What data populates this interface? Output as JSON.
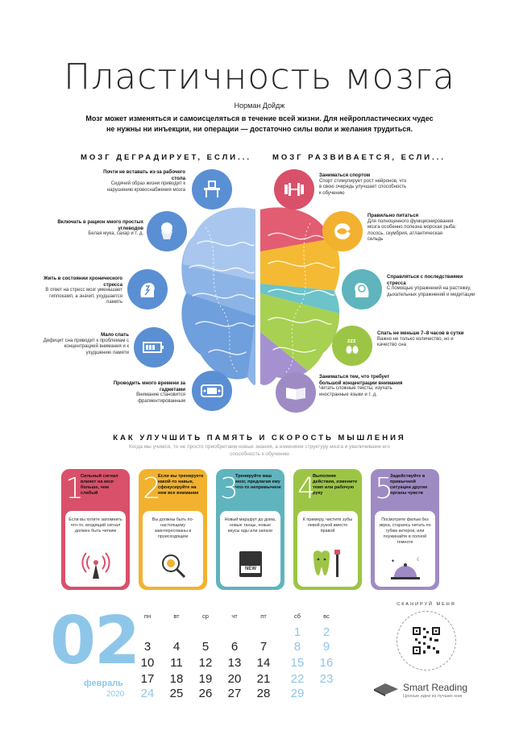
{
  "header": {
    "title": "Пластичность мозга",
    "author": "Норман Дойдж",
    "intro": "Мозг может изменяться и самоисцеляться в течение всей жизни. Для нейропластических чудес не нужны ни инъекции, ни операции — достаточно силы воли и желания трудиться."
  },
  "left_section": {
    "heading": "МОЗГ ДЕГРАДИРУЕТ, ЕСЛИ...",
    "items": [
      {
        "title": "Почти не вставать из-за рабочего стола",
        "text": "Сидячий образ жизни приводит к нарушению кровоснабжения мозга",
        "icon": "desk-chair-icon"
      },
      {
        "title": "Включать в рацион много простых углеводов",
        "text": "Белая мука, сахар и т. д.",
        "icon": "cupcake-icon"
      },
      {
        "title": "Жить в состоянии хронического стресса",
        "text": "В ответ на стресс мозг уменьшает гиппокамп, а значит, ухудшается память",
        "icon": "storm-head-icon"
      },
      {
        "title": "Мало спать",
        "text": "Дефицит сна приводит к проблемам с концентрацией внимания и к ухудшению памяти",
        "icon": "low-battery-icon"
      },
      {
        "title": "Проводить много времени за гаджетами",
        "text": "Внимание становится фрагментированным",
        "icon": "gamepad-icon"
      }
    ]
  },
  "right_section": {
    "heading": "МОЗГ РАЗВИВАЕТСЯ, ЕСЛИ...",
    "items": [
      {
        "title": "Заниматься спортом",
        "text": "Спорт стимулирует рост нейронов, что в свою очередь улучшает способность к обучению",
        "icon": "dumbbell-icon"
      },
      {
        "title": "Правильно питаться",
        "text": "Для полноценного функционирования мозга особенно полезна морская рыба: лосось, скумбрия, атлантическая сельдь",
        "icon": "fish-plate-icon"
      },
      {
        "title": "Справляться с последствиями стресса",
        "text": "С помощью упражнений на растяжку, дыхательных упражнений и медитации",
        "icon": "calm-head-icon"
      },
      {
        "title": "Спать не меньше 7–8 часов в сутки",
        "text": "Важно не только количество, но и качество сна",
        "icon": "sleep-feet-icon"
      },
      {
        "title": "Заниматься тем, что требует большой концентрации внимания",
        "text": "Читать сложные тексты, изучать иностранные языки и т. д.",
        "icon": "open-book-icon"
      }
    ]
  },
  "memory_section": {
    "heading": "КАК УЛУЧШИТЬ ПАМЯТЬ И СКОРОСТЬ МЫШЛЕНИЯ",
    "subtitle": "Когда мы учимся, то не просто приобретаем новые знания, а изменяем структуру мозга и увеличиваем его способность к обучению",
    "cards": [
      {
        "num": "1",
        "head": "Сильный сигнал влияет на мозг больше, чем слабый",
        "text": "Если вы хотите запомнить что-то, входящий сигнал должен быть четким",
        "color": "#d9506a",
        "icon": "signal-tower-icon"
      },
      {
        "num": "2",
        "head": "Если вы тренируете какой-то навык, сфокусируйте на нем все внимание",
        "text": "Вы должны быть по-настоящему заинтересованы в происходящем",
        "color": "#f2b230",
        "icon": "magnifier-target-icon"
      },
      {
        "num": "3",
        "head": "Тренируйте ваш мозг, предлагая ему что-то непривычное",
        "text": "Новый маршрут до дома, новые танцы, новые вкусы еды или запахи",
        "color": "#5fb4bd",
        "icon": "new-document-icon",
        "badge": "NEW"
      },
      {
        "num": "4",
        "head": "Выполняя действия, измените темп или рабочую руку",
        "text": "К примеру, чистите зубы левой рукой вместо правой",
        "color": "#9dc545",
        "icon": "tooth-brush-icon"
      },
      {
        "num": "5",
        "head": "Задействуйте в привычной ситуации другие органы чувств",
        "text": "Посмотрите фильм без звука, стараясь читать по губам актеров, или поужинайте в полной темноте",
        "color": "#9f8bc4",
        "icon": "cloche-icon"
      }
    ]
  },
  "calendar": {
    "month_num": "02",
    "month_name": "февраль",
    "year": "2020",
    "weekdays": [
      "пн",
      "вт",
      "ср",
      "чт",
      "пт",
      "сб",
      "вс"
    ],
    "weeks": [
      [
        "",
        "",
        "",
        "",
        "",
        "1",
        "2"
      ],
      [
        "3",
        "4",
        "5",
        "6",
        "7",
        "8",
        "9"
      ],
      [
        "10",
        "11",
        "12",
        "13",
        "14",
        "15",
        "16"
      ],
      [
        "17",
        "18",
        "19",
        "20",
        "21",
        "22",
        "23"
      ],
      [
        "24",
        "25",
        "26",
        "27",
        "28",
        "29",
        ""
      ]
    ]
  },
  "brand": {
    "name": "Smart Reading",
    "tagline": "Ценные идеи из лучших книг",
    "qr_ring": "СКАНИРУЙ МЕНЯ"
  },
  "colors": {
    "left_brain": "#7fa8dc",
    "left_circle": "#5b8fd3",
    "calendar_blue": "#8ec6ea",
    "weekend_blue": "#8ec6ea"
  }
}
